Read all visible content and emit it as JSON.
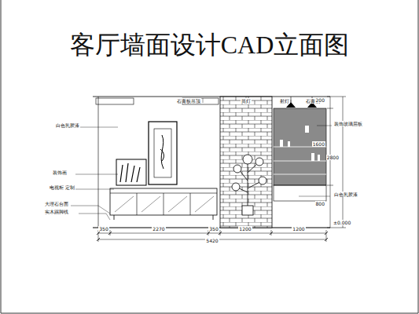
{
  "diagram": {
    "title": "客厅墙面设计CAD立面图",
    "labels": [
      "石膏板吊顶",
      "筒灯",
      "射灯",
      "石膏线",
      "白色乳胶漆",
      "装饰画",
      "电视柜 定制",
      "大理石台面",
      "实木踢脚线",
      "装饰玻璃层板",
      "白色乳胶漆",
      "350",
      "2270",
      "350",
      "1200",
      "1200",
      "5420",
      "200",
      "1600",
      "2800",
      "800",
      "±0.000"
    ]
  }
}
